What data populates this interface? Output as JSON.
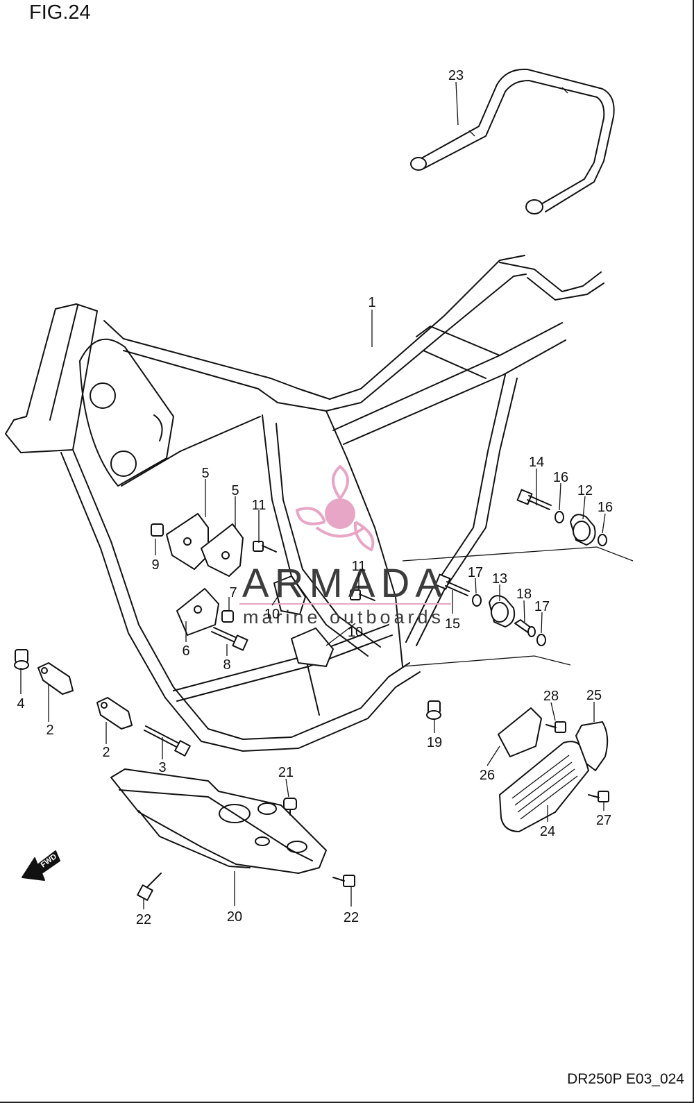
{
  "figure": {
    "title": "FIG.24",
    "code": "DR250P E03_024",
    "fwd_label": "FWD"
  },
  "watermark": {
    "name": "ARMADA",
    "tagline": "marine outboards",
    "logo_color": "#e8a6c6",
    "text_color": "#3c3c3c"
  },
  "callouts": [
    {
      "id": "c1",
      "text": "1"
    },
    {
      "id": "c2a",
      "text": "2"
    },
    {
      "id": "c2b",
      "text": "2"
    },
    {
      "id": "c3",
      "text": "3"
    },
    {
      "id": "c4",
      "text": "4"
    },
    {
      "id": "c5a",
      "text": "5"
    },
    {
      "id": "c5b",
      "text": "5"
    },
    {
      "id": "c6",
      "text": "6"
    },
    {
      "id": "c7",
      "text": "7"
    },
    {
      "id": "c8",
      "text": "8"
    },
    {
      "id": "c9",
      "text": "9"
    },
    {
      "id": "c10a",
      "text": "10"
    },
    {
      "id": "c10b",
      "text": "10"
    },
    {
      "id": "c11a",
      "text": "11"
    },
    {
      "id": "c11b",
      "text": "11"
    },
    {
      "id": "c12",
      "text": "12"
    },
    {
      "id": "c13",
      "text": "13"
    },
    {
      "id": "c14",
      "text": "14"
    },
    {
      "id": "c15",
      "text": "15"
    },
    {
      "id": "c16a",
      "text": "16"
    },
    {
      "id": "c16b",
      "text": "16"
    },
    {
      "id": "c17a",
      "text": "17"
    },
    {
      "id": "c17b",
      "text": "17"
    },
    {
      "id": "c18",
      "text": "18"
    },
    {
      "id": "c19",
      "text": "19"
    },
    {
      "id": "c20",
      "text": "20"
    },
    {
      "id": "c21",
      "text": "21"
    },
    {
      "id": "c22a",
      "text": "22"
    },
    {
      "id": "c22b",
      "text": "22"
    },
    {
      "id": "c23",
      "text": "23"
    },
    {
      "id": "c24",
      "text": "24"
    },
    {
      "id": "c25",
      "text": "25"
    },
    {
      "id": "c26",
      "text": "26"
    },
    {
      "id": "c27",
      "text": "27"
    },
    {
      "id": "c28",
      "text": "28"
    }
  ]
}
